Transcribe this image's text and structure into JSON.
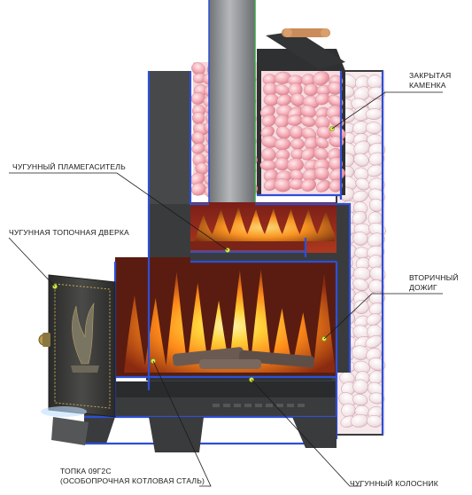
{
  "labels": {
    "closed_heater": [
      "ЗАКРЫТАЯ",
      "КАМЕНКА"
    ],
    "flame_damper": "ЧУГУННЫЙ ПЛАМЕГАСИТЕЛЬ",
    "firebox_door": "ЧУГУННАЯ ТОПОЧНАЯ ДВЕРКА",
    "afterburn": [
      "ВТОРИЧНЫЙ",
      "ДОЖИГ"
    ],
    "firebox_steel": [
      "ТОПКА 09Г2С",
      "(ОСОБОПРОЧНАЯ КОТЛОВАЯ СТАЛЬ)"
    ],
    "grate": "ЧУГУННЫЙ КОЛОСНИК"
  },
  "colors": {
    "body": "#3a3b3d",
    "cutaway_edge": "#2e4fd6",
    "marker": "#d8e94a",
    "stones": "#f0a8b0",
    "flame": "#ff8a1a",
    "chimney": "#8a8d8f"
  }
}
